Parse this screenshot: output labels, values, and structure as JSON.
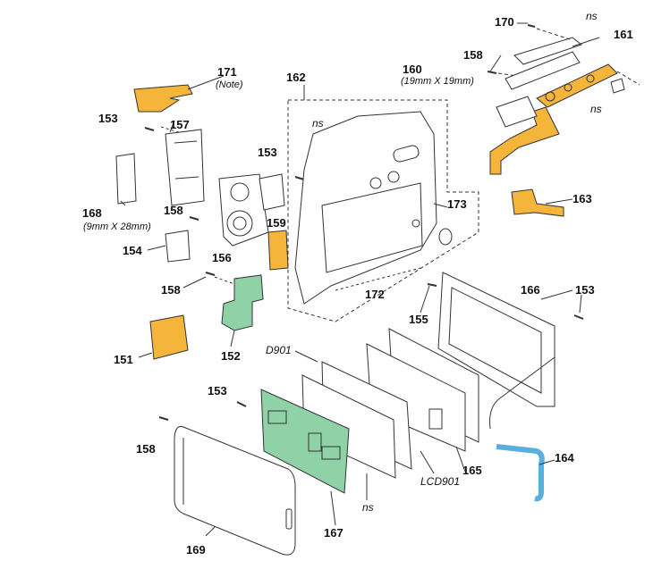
{
  "colors": {
    "line": "#333333",
    "yellow_part": "#f5b43a",
    "green_board": "#8fd2a8",
    "blue_cable": "#5aaee0",
    "background": "#ffffff"
  },
  "labels": {
    "p170": "170",
    "p158a": "158",
    "p161": "161",
    "p160": "160",
    "p160_note": "(19mm X 19mm)",
    "ns_top": "ns",
    "ns_right": "ns",
    "p171": "171",
    "p171_note": "(Note)",
    "p162": "162",
    "p153a": "153",
    "p157": "157",
    "ns_case": "ns",
    "p153b": "153",
    "p163": "163",
    "p168": "168",
    "p168_note": "(9mm X 28mm)",
    "p158b": "158",
    "p159": "159",
    "p173": "173",
    "p154": "154",
    "p156": "156",
    "p158c": "158",
    "p172": "172",
    "p166": "166",
    "p153c": "153",
    "p155": "155",
    "p151": "151",
    "p152": "152",
    "d901": "D901",
    "p153d": "153",
    "p158d": "158",
    "p164": "164",
    "p165": "165",
    "lcd901": "LCD901",
    "ns_bottom": "ns",
    "p167": "167",
    "p169": "169"
  }
}
